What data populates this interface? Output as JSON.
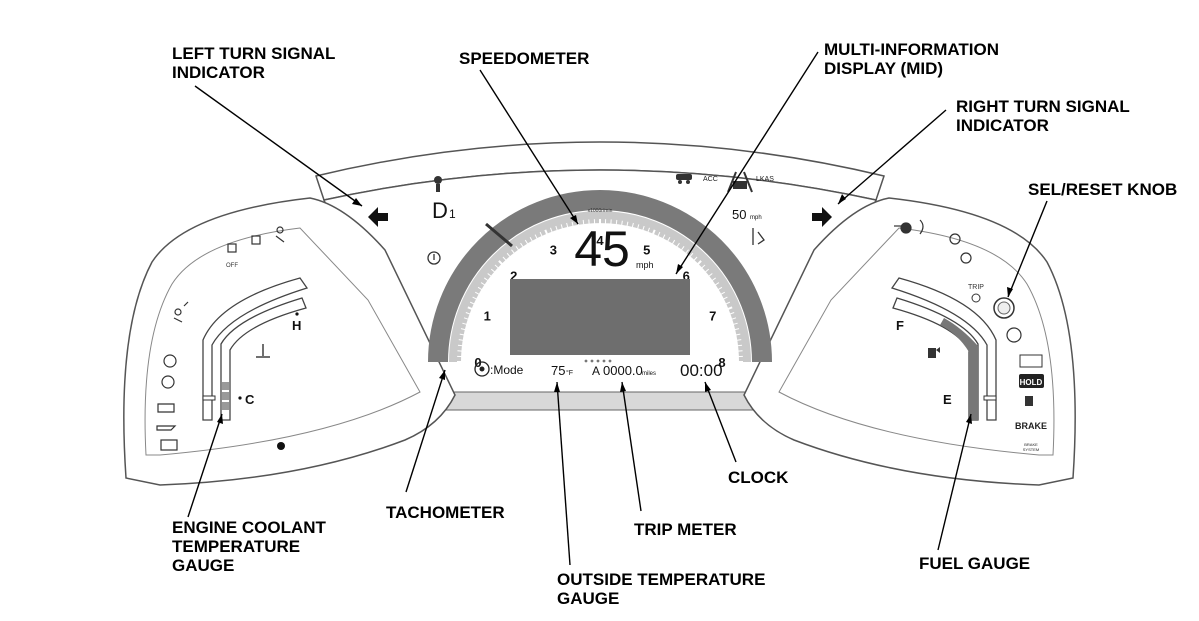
{
  "callouts": {
    "left_turn_signal": "LEFT TURN SIGNAL\nINDICATOR",
    "speedometer": "SPEEDOMETER",
    "mid": "MULTI-INFORMATION\nDISPLAY (MID)",
    "right_turn_signal": "RIGHT TURN SIGNAL\nINDICATOR",
    "sel_reset_knob": "SEL/RESET KNOB",
    "engine_coolant": "ENGINE COOLANT\nTEMPERATURE\nGAUGE",
    "tachometer": "TACHOMETER",
    "outside_temp": "OUTSIDE TEMPERATURE\nGAUGE",
    "trip_meter": "TRIP METER",
    "clock": "CLOCK",
    "fuel_gauge": "FUEL GAUGE"
  },
  "tachometer": {
    "ticks": [
      "0",
      "1",
      "2",
      "3",
      "4",
      "5",
      "6",
      "7",
      "8"
    ],
    "unit": "x1000r/min"
  },
  "speed": {
    "value": "45",
    "unit": "mph"
  },
  "gear": {
    "label": "D",
    "sub": "1"
  },
  "mode_label": ":Mode",
  "outside_temp": {
    "value": "75",
    "unit": "°F"
  },
  "trip": {
    "prefix": "A",
    "value": "0000.0",
    "unit": "miles"
  },
  "clock": {
    "value": "00:00"
  },
  "acc": {
    "label": "ACC",
    "set_speed": "50",
    "set_unit": "mph",
    "lkas": "LKAS"
  },
  "coolant_gauge": {
    "hot": "H",
    "cold": "C"
  },
  "fuel_gauge_marks": {
    "full": "F",
    "empty": "E"
  },
  "right_cluster": {
    "trip_label": "TRIP",
    "hold": "HOLD",
    "brake": "BRAKE",
    "brake_system": "BRAKE\nSYSTEM"
  }
}
